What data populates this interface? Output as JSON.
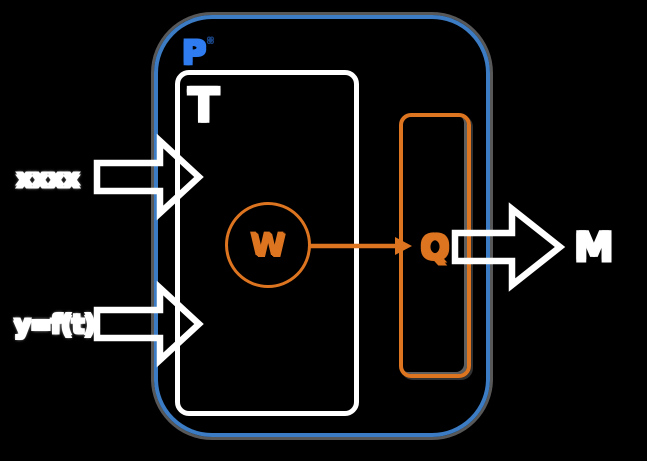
{
  "diagram": {
    "outer_box": {
      "label": "P",
      "superscript": "°"
    },
    "inner_box": {
      "label": "T"
    },
    "weight_node": {
      "label": "W"
    },
    "q_node": {
      "label": "Q"
    },
    "input_top": {
      "label": "xxxx"
    },
    "input_bottom": {
      "label": "y=f(t)"
    },
    "output": {
      "label": "M"
    },
    "colors": {
      "background": "#000000",
      "outer_border_blue": "#3b7cc4",
      "outer_label_blue": "#2e7cf0",
      "accent_orange": "#dd7420",
      "node_white": "#ffffff",
      "shadow_gray": "#6e6e6e"
    }
  }
}
